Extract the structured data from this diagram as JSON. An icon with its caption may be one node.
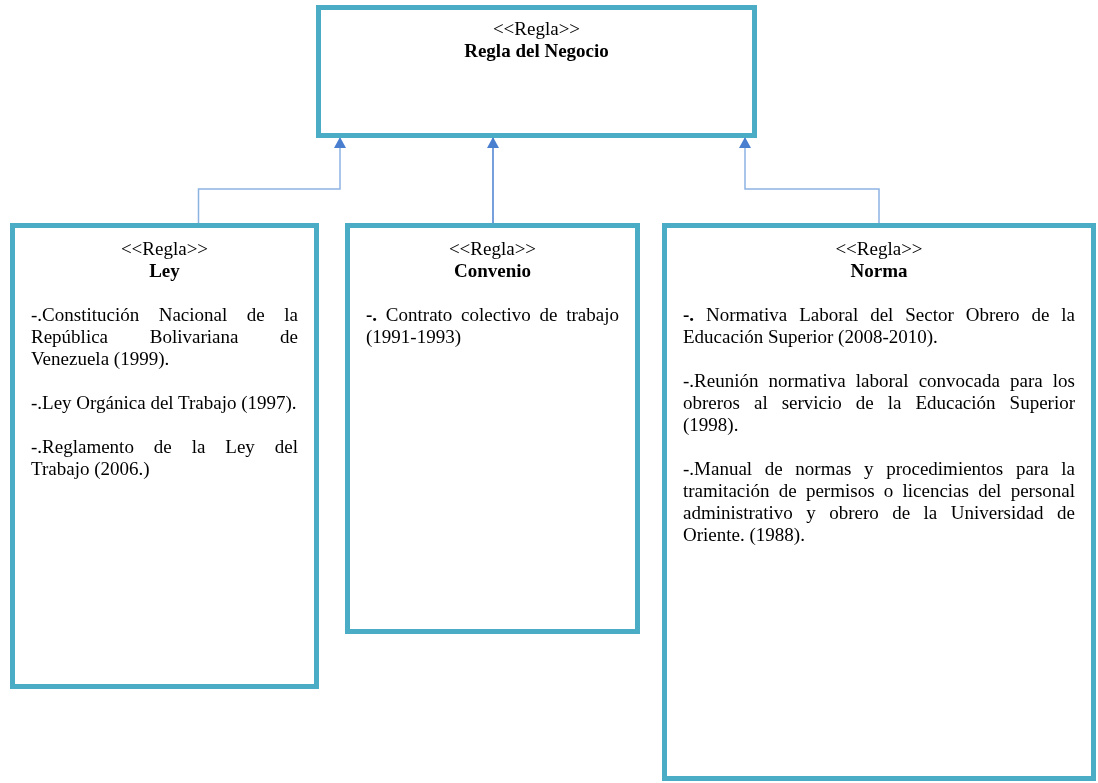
{
  "diagram": {
    "nodes": [
      {
        "text": [
          "<<Regla>>",
          "Regla del Negocio"
        ]
      },
      {
        "text": [
          "<<Regla>>",
          "Ley",
          "-.Constitución Nacional de la República Bolivariana de Venezuela (1999).",
          "-.Ley Orgánica del Trabajo (1997).",
          "-.Reglamento de la Ley del Trabajo (2006.)"
        ]
      },
      {
        "text": [
          "<<Regla>>",
          "Convenio",
          "**-.** Contrato colectivo de trabajo (1991-1993)"
        ]
      },
      {
        "text": [
          "<<Regla>>",
          "Norma",
          "**-.** Normativa Laboral del Sector Obrero de la Educación Superior (2008-2010).",
          "-.Reunión normativa laboral convocada para los obreros al servicio de la Educación Superior (1998).",
          "-.Manual de normas y procedimientos para la tramitación de permisos o licencias del personal administrativo y obrero de la Universidad de Oriente. (1988)."
        ]
      }
    ],
    "edges": [
      {
        "from": 1,
        "to": 0,
        "arrow": "to",
        "color": "#8db3e2"
      },
      {
        "from": 2,
        "to": 0,
        "arrow": "to"
      },
      {
        "from": 3,
        "to": 0,
        "arrow": "to",
        "color": "#8db3e2"
      }
    ]
  }
}
